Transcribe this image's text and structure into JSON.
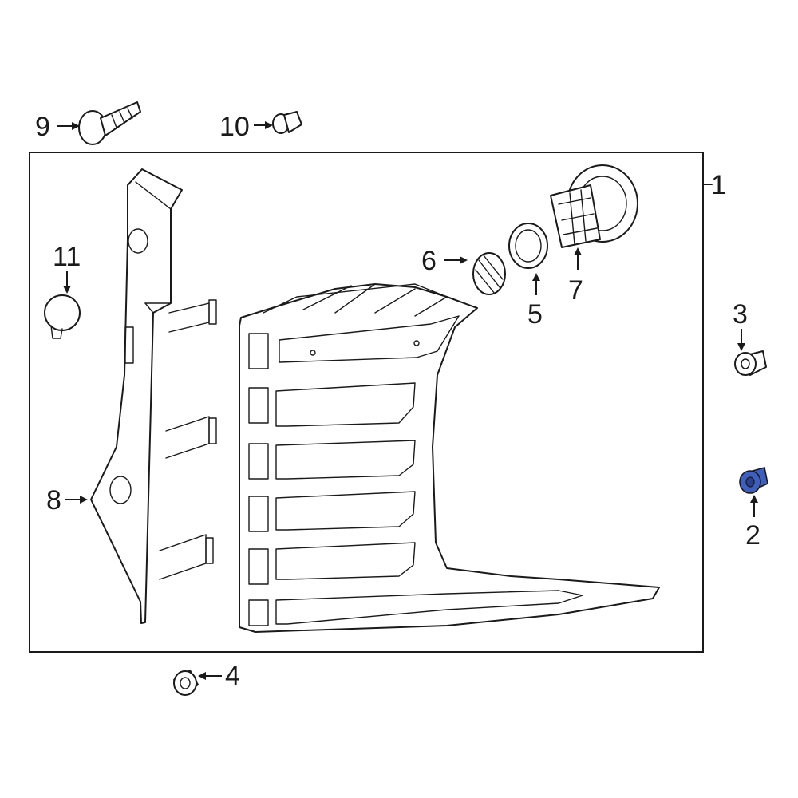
{
  "callouts": [
    {
      "id": "1",
      "label": "1"
    },
    {
      "id": "2",
      "label": "2"
    },
    {
      "id": "3",
      "label": "3"
    },
    {
      "id": "4",
      "label": "4"
    },
    {
      "id": "5",
      "label": "5"
    },
    {
      "id": "6",
      "label": "6"
    },
    {
      "id": "7",
      "label": "7"
    },
    {
      "id": "8",
      "label": "8"
    },
    {
      "id": "9",
      "label": "9"
    },
    {
      "id": "10",
      "label": "10"
    },
    {
      "id": "11",
      "label": "11"
    }
  ],
  "colors": {
    "line": "#1a1a1a",
    "highlight_part": "#3f5fbf",
    "background": "#ffffff"
  },
  "highlighted_part": "2"
}
